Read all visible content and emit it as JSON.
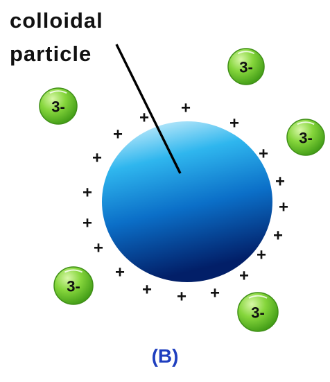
{
  "label": {
    "line1": "colloidal",
    "line2": "particle"
  },
  "charges": {
    "surface_symbol": "+",
    "ion_label": "3-"
  },
  "caption": "(B)",
  "colors": {
    "particle_light": "#e9f8ff",
    "particle_mid": "#1ba8e6",
    "particle_dark": "#032a78",
    "ion_fill": "#7fd23a",
    "ion_edge": "#3f8f17",
    "caption": "#1f3fbf"
  }
}
